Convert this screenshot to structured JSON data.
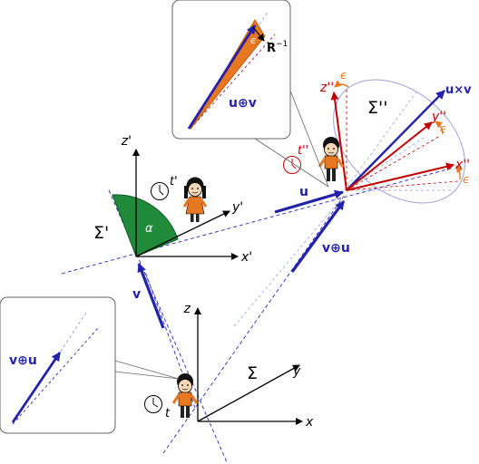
{
  "frames": {
    "sigma": {
      "label": "Σ",
      "x": "x",
      "y": "y",
      "z": "z",
      "time": "t"
    },
    "sigma_prime": {
      "label": "Σ'",
      "x": "x'",
      "y": "y'",
      "z": "z'",
      "time": "t'",
      "angle": "α"
    },
    "sigma_dprime": {
      "label": "Σ''",
      "x": "x''",
      "y": "y''",
      "z": "z''",
      "time": "t''",
      "epsilon": "ϵ",
      "cross": "u×v"
    }
  },
  "vectors": {
    "v": "v",
    "u": "u",
    "v_plus_u": "v⊕u",
    "u_plus_v": "u⊕v"
  },
  "insets": {
    "top_rotation": "R",
    "top_rotation_exp": "−1",
    "top_epsilon": "ϵ"
  },
  "colors": {
    "blue": "#2222aa",
    "red": "#c00000",
    "orange": "#e87722",
    "green": "#1e8a3a",
    "light_blue": "#9aa0e0"
  }
}
